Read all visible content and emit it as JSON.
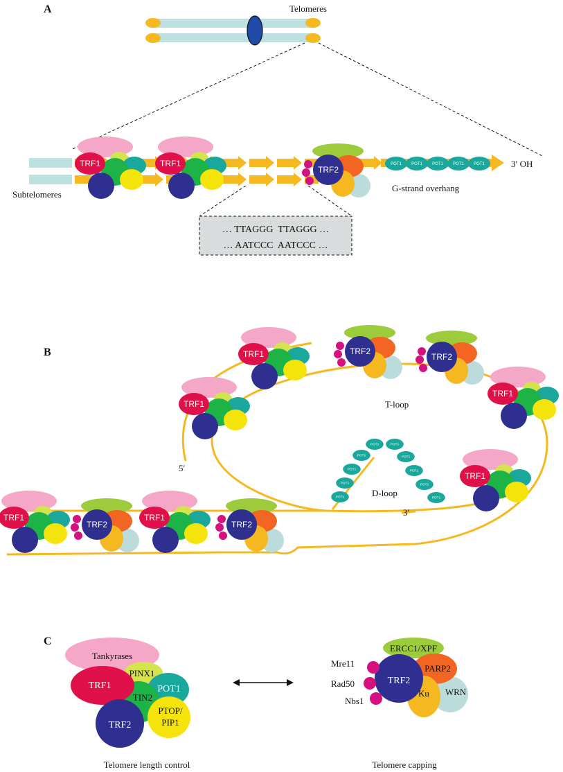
{
  "panels": {
    "a": "A",
    "b": "B",
    "c": "C"
  },
  "colors": {
    "strand": "#f5c518",
    "chromosome": "#bfe0e0",
    "centromere": "#1f4aa8",
    "trf1": "#e0104a",
    "trf2": "#2f2f8f",
    "tankyrase": "#f4a7c7",
    "pinx1": "#d4e34e",
    "tin2": "#1db347",
    "pot1": "#1aa79c",
    "ptop": "#f4e40c",
    "ercc1": "#9ccb3b",
    "parp2": "#f26522",
    "ku": "#f6b820",
    "wrn": "#bcdcdc",
    "mrn": "#d4117f",
    "seqbox": "#d9dcdc"
  },
  "panel_a": {
    "telomeres_label": "Telomeres",
    "subtelomeres_label": "Subtelomeres",
    "overhang_label": "G-strand overhang",
    "oh_label": "3′ OH",
    "trf1_label": "TRF1",
    "trf2_label": "TRF2",
    "pot1_label": "POT1",
    "seq_top": "… TTAGGG  TTAGGG …",
    "seq_bottom": "… AATCCC  AATCCC …"
  },
  "panel_b": {
    "tloop_label": "T-loop",
    "dloop_label": "D-loop",
    "five_prime": "5′",
    "three_prime": "3′",
    "trf1_label": "TRF1",
    "trf2_label": "TRF2",
    "pot1_label": "POT1"
  },
  "panel_c": {
    "left": {
      "tankyrases": "Tankyrases",
      "pinx1": "PINX1",
      "trf1": "TRF1",
      "tin2": "TIN2",
      "pot1": "POT1",
      "ptop_1": "PTOP/",
      "ptop_2": "PIP1",
      "trf2": "TRF2",
      "caption": "Telomere length control"
    },
    "right": {
      "ercc1": "ERCC1/XPF",
      "mre11": "Mre11",
      "rad50": "Rad50",
      "nbs1": "Nbs1",
      "trf2": "TRF2",
      "parp2": "PARP2",
      "ku": "Ku",
      "wrn": "WRN",
      "caption": "Telomere capping"
    }
  }
}
